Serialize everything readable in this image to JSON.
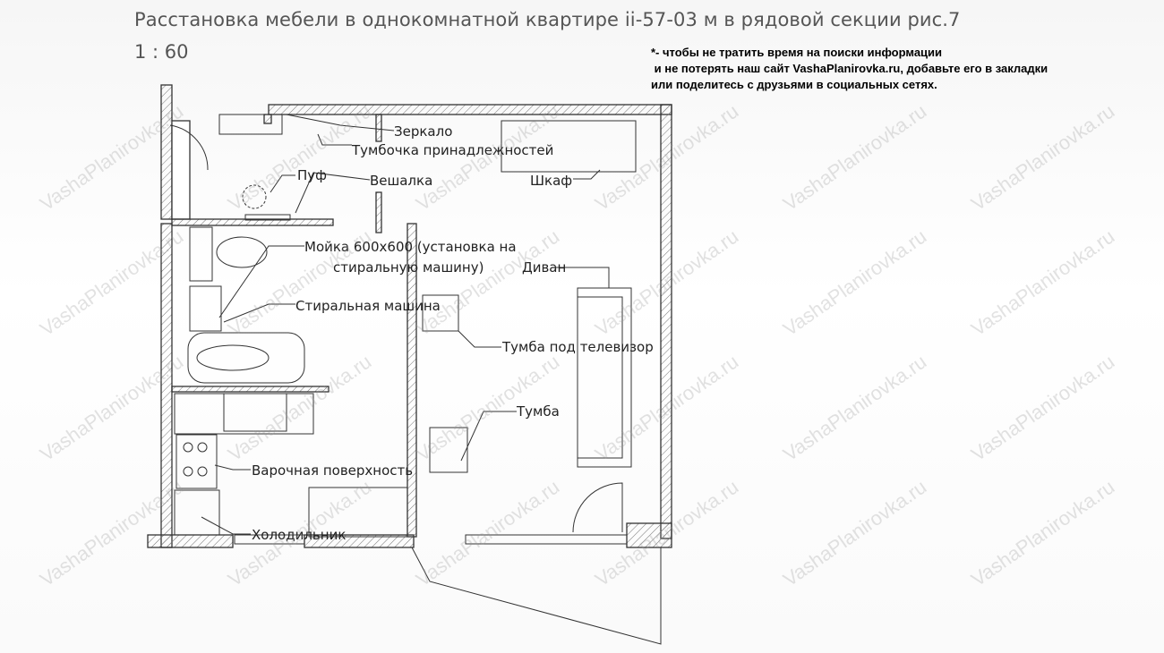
{
  "title": "Расстановка мебели в однокомнатной квартире ii-57-03 м в рядовой секции рис.7",
  "scale": "1 : 60",
  "note": {
    "line1": "*- чтобы не тратить время на поиски информации",
    "line2": " и не потерять наш сайт VashaPlanirovka.ru, добавьте его в закладки",
    "line3": "или поделитесь с друзьями в социальных сетях."
  },
  "watermark": "VashaPlanirovka.ru",
  "labels": {
    "mirror": "Зеркало",
    "accessory_cabinet": "Тумбочка принадлежностей",
    "pouf": "Пуф",
    "hanger": "Вешалка",
    "wardrobe": "Шкаф",
    "sink_line1": "Мойка 600х600 (установка на",
    "sink_line2": "стиральную машину)",
    "sofa": "Диван",
    "washing_machine": "Стиральная машина",
    "tv_stand": "Тумба под телевизор",
    "nightstand": "Тумба",
    "cooktop": "Варочная поверхность",
    "fridge": "Холодильник"
  }
}
